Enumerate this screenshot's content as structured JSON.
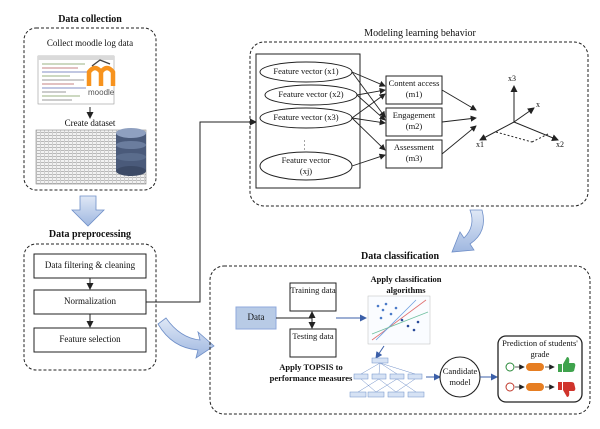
{
  "data_collection": {
    "title": "Data collection",
    "collect": "Collect moodle log data",
    "create": "Create dataset",
    "moodle_logo": "moodle"
  },
  "preprocessing": {
    "title": "Data preprocessing",
    "steps": [
      "Data filtering & cleaning",
      "Normalization",
      "Feature selection"
    ]
  },
  "modeling": {
    "title": "Modeling learning behavior",
    "features": [
      {
        "label": "Feature vector",
        "var": "(x1)"
      },
      {
        "label": "Feature vector",
        "var": "(x2)"
      },
      {
        "label": "Feature vector",
        "var": "(x3)"
      },
      {
        "label": "Feature vector",
        "var": "(xj)"
      }
    ],
    "dots": ". . .",
    "categories": [
      {
        "label": "Content access",
        "var": "(m1)"
      },
      {
        "label": "Engagement",
        "var": "(m2)"
      },
      {
        "label": "Assessment",
        "var": "(m3)"
      }
    ],
    "axes": {
      "x1": "x1",
      "x2": "x2",
      "x3": "x3",
      "x": "x"
    }
  },
  "classification": {
    "title": "Data classification",
    "data": "Data",
    "training": "Training data",
    "testing": "Testing data",
    "apply_algorithms": "Apply classification algorithms",
    "apply_topsis": "Apply TOPSIS to performance measures",
    "candidate": "Candidate model",
    "prediction": "Prediction of students' grade"
  },
  "colors": {
    "arrow_blue": "#8faadc",
    "data_box": "#b8cbe6",
    "stroke": "#222222"
  }
}
